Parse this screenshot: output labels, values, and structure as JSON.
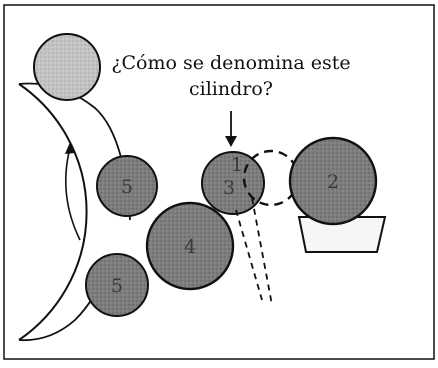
{
  "question": {
    "line1": "¿Cómo se denomina este",
    "line2": "cilindro?"
  },
  "cylinders": [
    {
      "id": "cyl-1",
      "label": "1"
    },
    {
      "id": "cyl-3",
      "label": "3"
    },
    {
      "id": "cyl-2",
      "label": "2"
    },
    {
      "id": "cyl-4",
      "label": "4"
    },
    {
      "id": "cyl-5-top",
      "label": "5"
    },
    {
      "id": "cyl-5-bottom",
      "label": "5"
    }
  ],
  "colors": {
    "stroke": "#111111",
    "roller_fill": "#7a7a7a",
    "light_roller_fill": "#bdbdbd",
    "tray_fill": "#ffffff"
  }
}
